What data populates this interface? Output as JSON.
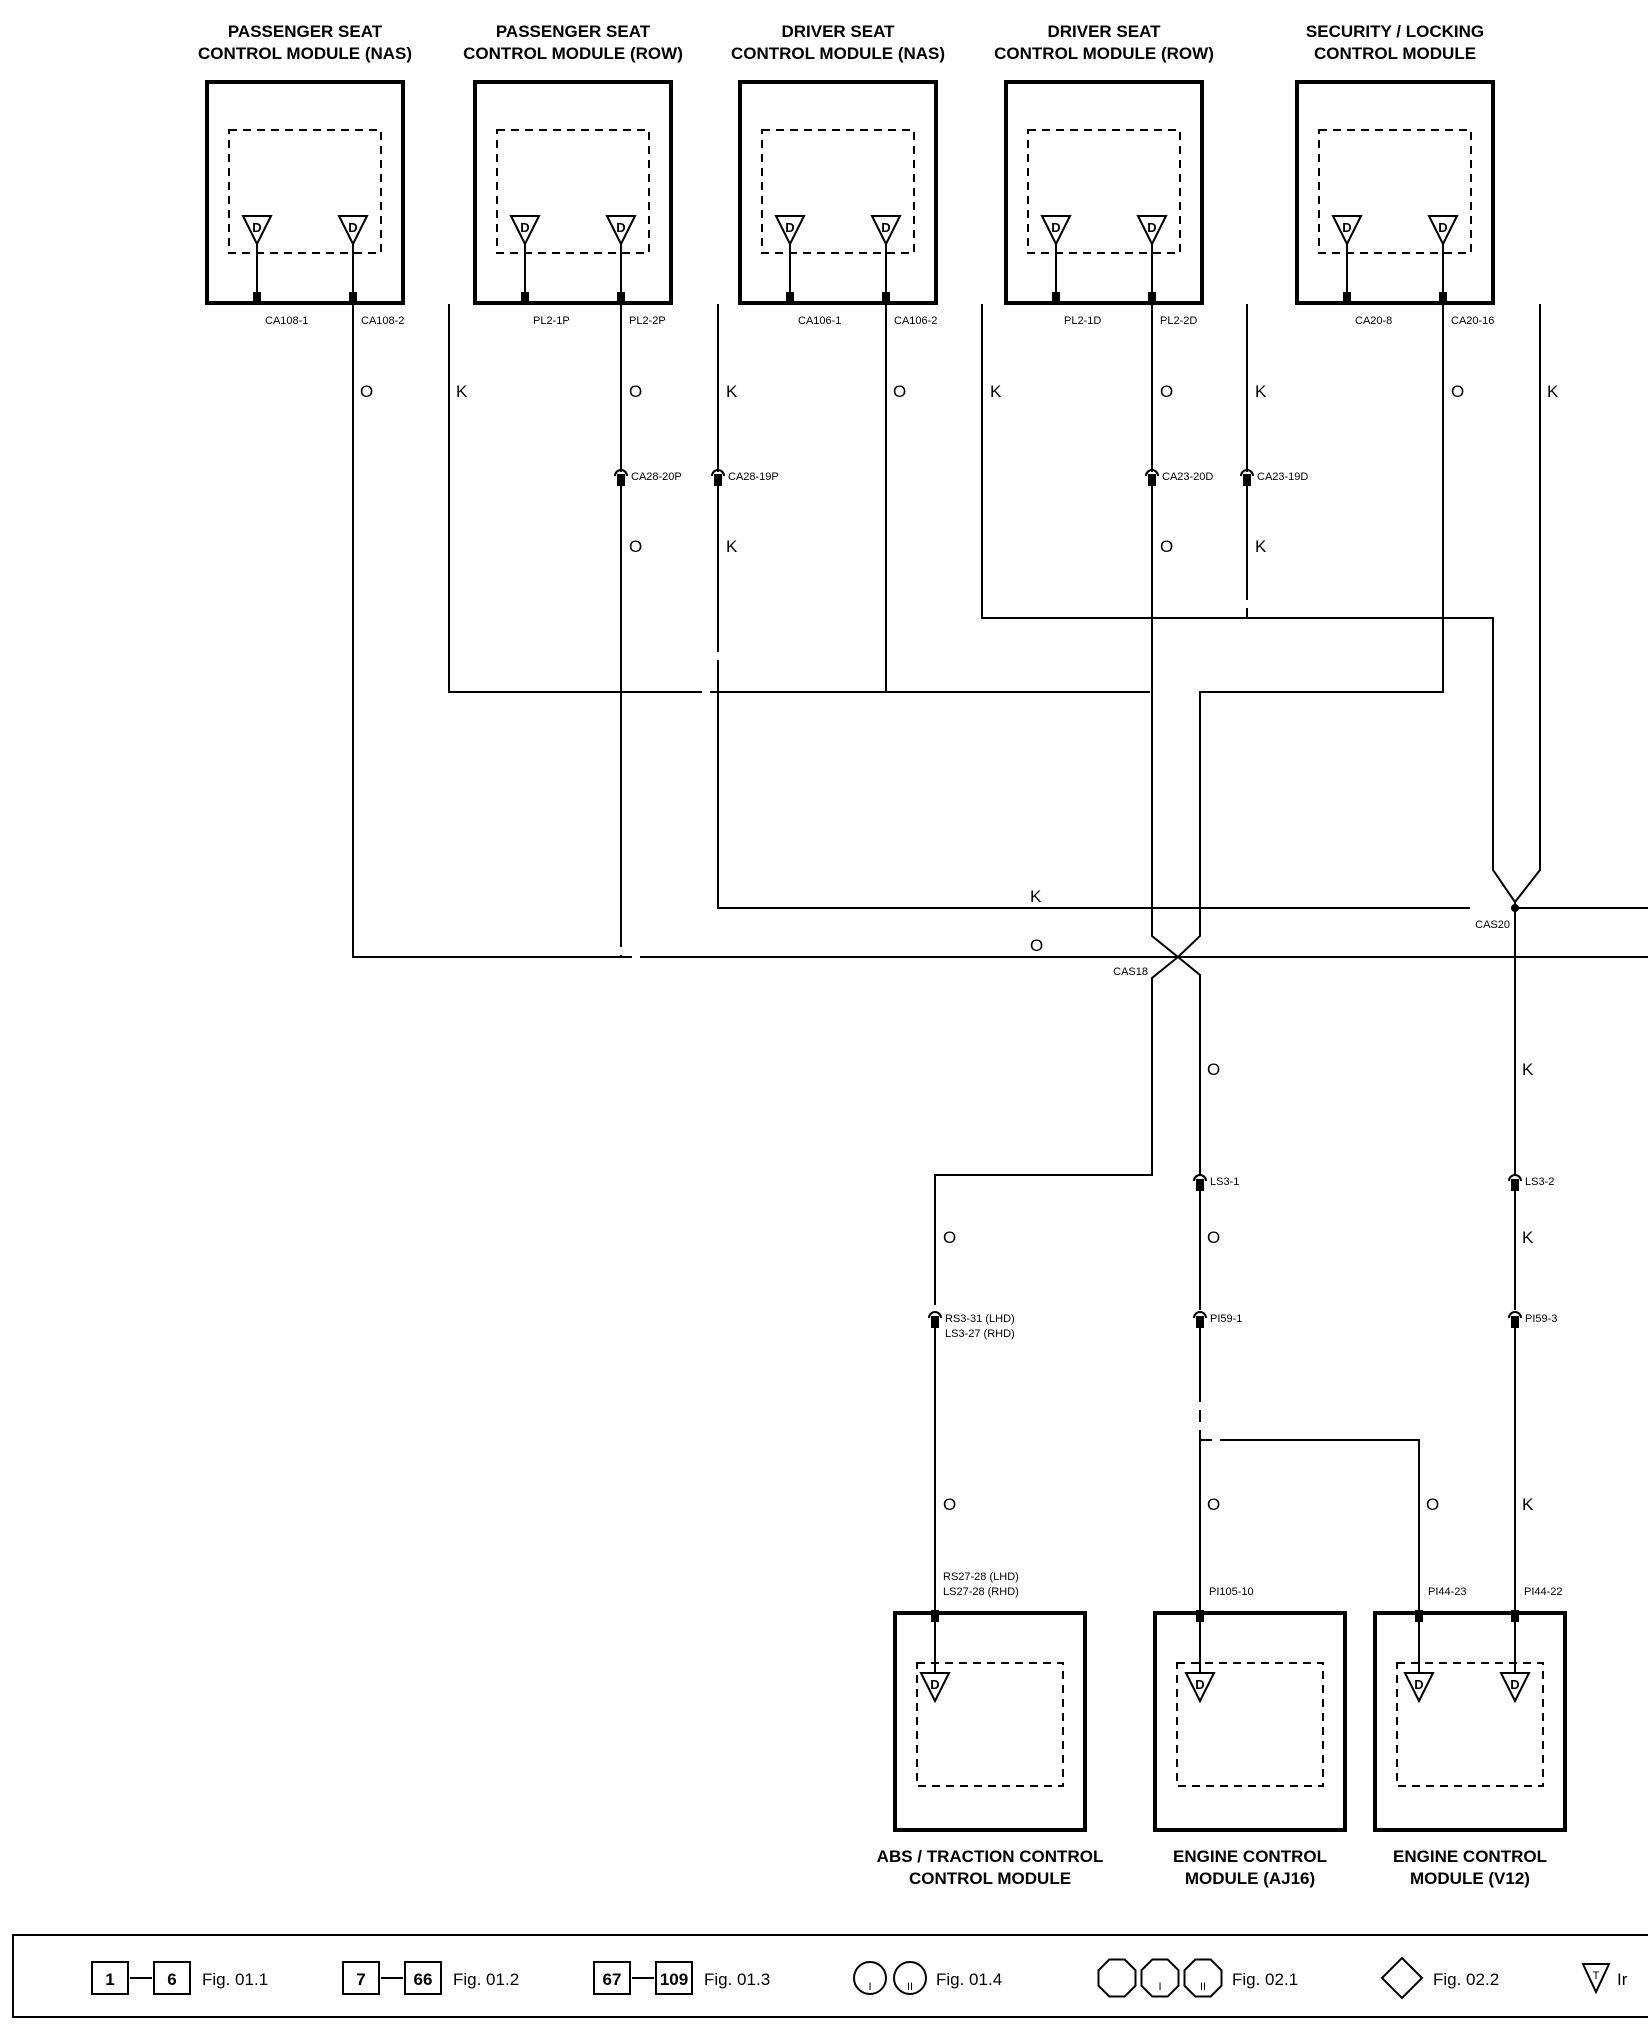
{
  "modules_top": [
    {
      "id": "pas-nas",
      "title": [
        "PASSENGER SEAT",
        "CONTROL MODULE (NAS)"
      ],
      "pins": [
        "CA108-1",
        "CA108-2"
      ]
    },
    {
      "id": "pas-row",
      "title": [
        "PASSENGER SEAT",
        "CONTROL MODULE (ROW)"
      ],
      "pins": [
        "PL2-1P",
        "PL2-2P"
      ]
    },
    {
      "id": "drv-nas",
      "title": [
        "DRIVER SEAT",
        "CONTROL MODULE (NAS)"
      ],
      "pins": [
        "CA106-1",
        "CA106-2"
      ]
    },
    {
      "id": "drv-row",
      "title": [
        "DRIVER SEAT",
        "CONTROL MODULE (ROW)"
      ],
      "pins": [
        "PL2-1D",
        "PL2-2D"
      ]
    },
    {
      "id": "sec",
      "title": [
        "SECURITY / LOCKING",
        "CONTROL MODULE"
      ],
      "pins": [
        "CA20-8",
        "CA20-16"
      ]
    }
  ],
  "modules_bottom": [
    {
      "id": "abs",
      "title": [
        "ABS / TRACTION CONTROL",
        "CONTROL MODULE"
      ],
      "pins": [
        "RS27-28 (LHD)",
        "LS27-28 (RHD)"
      ]
    },
    {
      "id": "ecm-aj16",
      "title": [
        "ENGINE CONTROL",
        "MODULE (AJ16)"
      ],
      "pins": [
        "PI105-10"
      ]
    },
    {
      "id": "ecm-v12",
      "title": [
        "ENGINE CONTROL",
        "MODULE (V12)"
      ],
      "pins": [
        "PI44-23",
        "PI44-22"
      ]
    }
  ],
  "inline_connectors": {
    "ca28_20p": "CA28-20P",
    "ca28_19p": "CA28-19P",
    "ca23_20d": "CA23-20D",
    "ca23_19d": "CA23-19D",
    "ls3_1": "LS3-1",
    "ls3_2": "LS3-2",
    "rs3_31": "RS3-31 (LHD)",
    "ls3_27": "LS3-27 (RHD)",
    "pi59_1": "PI59-1",
    "pi59_3": "PI59-3"
  },
  "splices": {
    "cas18": "CAS18",
    "cas20": "CAS20"
  },
  "wire_colors": {
    "orange": "O",
    "black": "K"
  },
  "module_symbol": "D",
  "legend": {
    "fig_011": {
      "from": "1",
      "to": "6",
      "label": "Fig. 01.1"
    },
    "fig_012": {
      "from": "7",
      "to": "66",
      "label": "Fig. 01.2"
    },
    "fig_013": {
      "from": "67",
      "to": "109",
      "label": "Fig. 01.3"
    },
    "fig_014": {
      "symbols": [
        "I",
        "II"
      ],
      "label": "Fig. 01.4"
    },
    "fig_021": {
      "symbols": [
        "",
        "I",
        "II"
      ],
      "label": "Fig. 02.1"
    },
    "fig_022": {
      "label": "Fig. 02.2"
    },
    "last": {
      "symbol": "T",
      "label": "Ir"
    }
  }
}
